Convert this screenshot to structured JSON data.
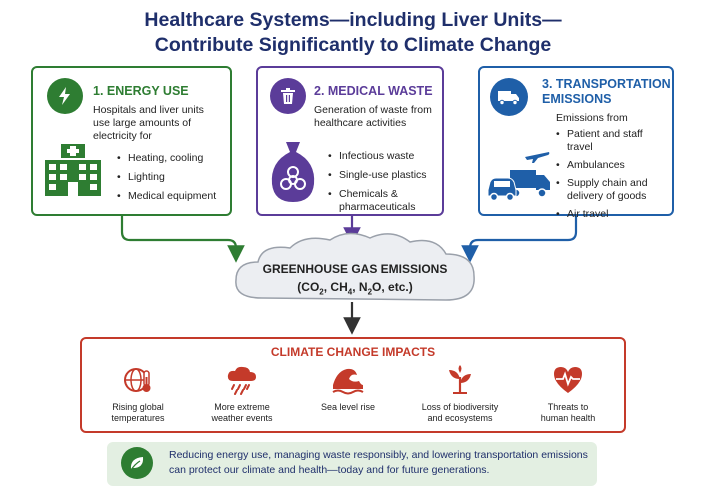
{
  "title": {
    "line1": "Healthcare Systems—including Liver Units—",
    "line2": "Contribute Significantly to Climate Change"
  },
  "cards": {
    "energy": {
      "heading": "1. ENERGY USE",
      "description": "Hospitals and liver units use large amounts of electricity for",
      "items": [
        "Heating, cooling",
        "Lighting",
        "Medical equipment"
      ],
      "icons": [
        "lightning-icon",
        "hospital-icon"
      ],
      "color": "#2e7d32"
    },
    "waste": {
      "heading": "2. MEDICAL WASTE",
      "description": "Generation of waste from healthcare activities",
      "items": [
        "Infectious waste",
        "Single-use plastics",
        "Chemicals & pharmaceuticals"
      ],
      "icons": [
        "trash-icon",
        "biohazard-bag-icon"
      ],
      "color": "#5b3c99"
    },
    "transport": {
      "heading_line1": "3. TRANSPORTATION",
      "heading_line2": "EMISSIONS",
      "description": "Emissions from",
      "items": [
        "Patient and staff travel",
        "Ambulances",
        "Supply chain and delivery of goods",
        "Air travel"
      ],
      "icons": [
        "truck-icon",
        "airplane-icon",
        "car-icon"
      ],
      "color": "#1f5fa8"
    }
  },
  "emissions": {
    "line1": "GREENHOUSE GAS EMISSIONS",
    "line2_parts": {
      "co2": "CO",
      "co2_sub": "2",
      "ch4": "CH",
      "ch4_sub": "4",
      "n2o_a": "N",
      "n2o_sub": "2",
      "n2o_b": "O, etc.)",
      "open": "(",
      "sep": ", "
    }
  },
  "impacts": {
    "title": "CLIMATE CHANGE IMPACTS",
    "color": "#c43a2a",
    "items": [
      {
        "label_line1": "Rising global",
        "label_line2": "temperatures",
        "icon": "globe-thermometer-icon"
      },
      {
        "label_line1": "More extreme",
        "label_line2": "weather events",
        "icon": "storm-cloud-icon"
      },
      {
        "label_line1": "Sea level rise",
        "label_line2": "",
        "icon": "wave-icon"
      },
      {
        "label_line1": "Loss of biodiversity",
        "label_line2": "and ecosystems",
        "icon": "plant-icon"
      },
      {
        "label_line1": "Threats to",
        "label_line2": "human health",
        "icon": "heart-pulse-icon"
      }
    ]
  },
  "footer": {
    "line1": "Reducing energy use, managing waste responsibly, and lowering transportation emissions",
    "line2": "can protect our climate and health—today and for future generations.",
    "icon": "leaf-icon",
    "color": "#2e7d32"
  }
}
